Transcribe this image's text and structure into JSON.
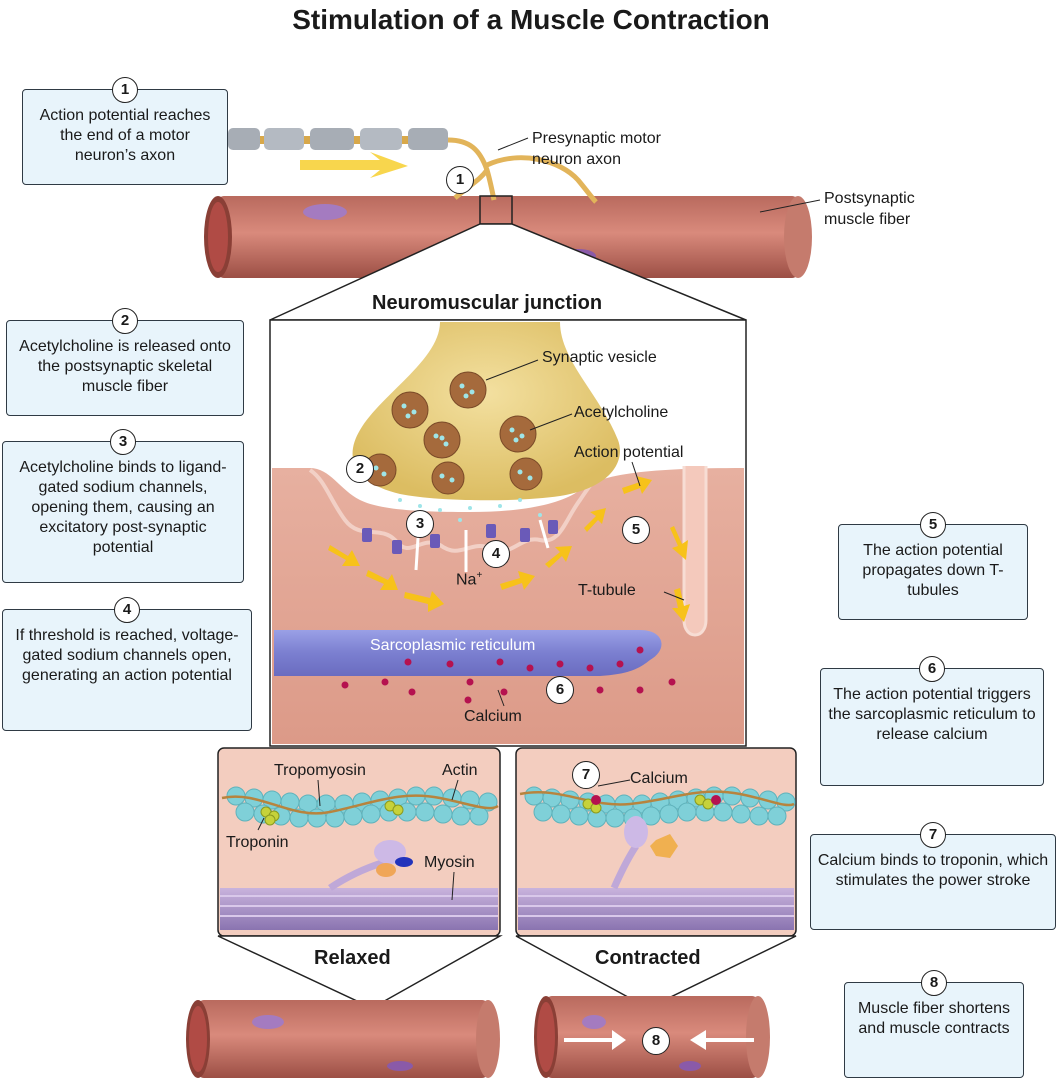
{
  "title": "Stimulation of a Muscle Contraction",
  "steps": [
    {
      "num": "1",
      "text": "Action potential reaches the end of a motor neuron’s axon"
    },
    {
      "num": "2",
      "text": "Acetylcholine is released onto the postsynaptic skeletal muscle fiber"
    },
    {
      "num": "3",
      "text": "Acetylcholine binds to ligand-gated sodium channels, opening them, causing an excitatory post-synaptic potential"
    },
    {
      "num": "4",
      "text": "If threshold is reached, voltage-gated sodium channels open, generating an action potential"
    },
    {
      "num": "5",
      "text": "The action potential propagates down T-tubules"
    },
    {
      "num": "6",
      "text": "The action potential triggers the sarcoplasmic reticulum to release calcium"
    },
    {
      "num": "7",
      "text": "Calcium binds to troponin, which stimulates the power stroke"
    },
    {
      "num": "8",
      "text": "Muscle fiber shortens and muscle contracts"
    }
  ],
  "labels": {
    "presynaptic": "Presynaptic motor neuron axon",
    "postsynaptic": "Postsynaptic muscle fiber",
    "nmj": "Neuromuscular junction",
    "vesicle": "Synaptic vesicle",
    "acetylcholine": "Acetylcholine",
    "action_potential": "Action potential",
    "na": "Na",
    "na_sup": "+",
    "t_tubule": "T-tubule",
    "sr": "Sarcoplasmic reticulum",
    "calcium": "Calcium",
    "tropomyosin": "Tropomyosin",
    "actin": "Actin",
    "troponin": "Troponin",
    "myosin": "Myosin",
    "calcium_contracted": "Calcium",
    "relaxed": "Relaxed",
    "contracted": "Contracted"
  },
  "colors": {
    "box_fill": "#e8f4fb",
    "muscle": "#c9786c",
    "muscle_dark": "#a85a4f",
    "tissue": "#e0a595",
    "vesicle_body": "#e8cf7a",
    "sr": "#8b8fd6",
    "calcium": "#b5124f",
    "actin": "#7fd0d8",
    "arrow": "#f5c518"
  }
}
